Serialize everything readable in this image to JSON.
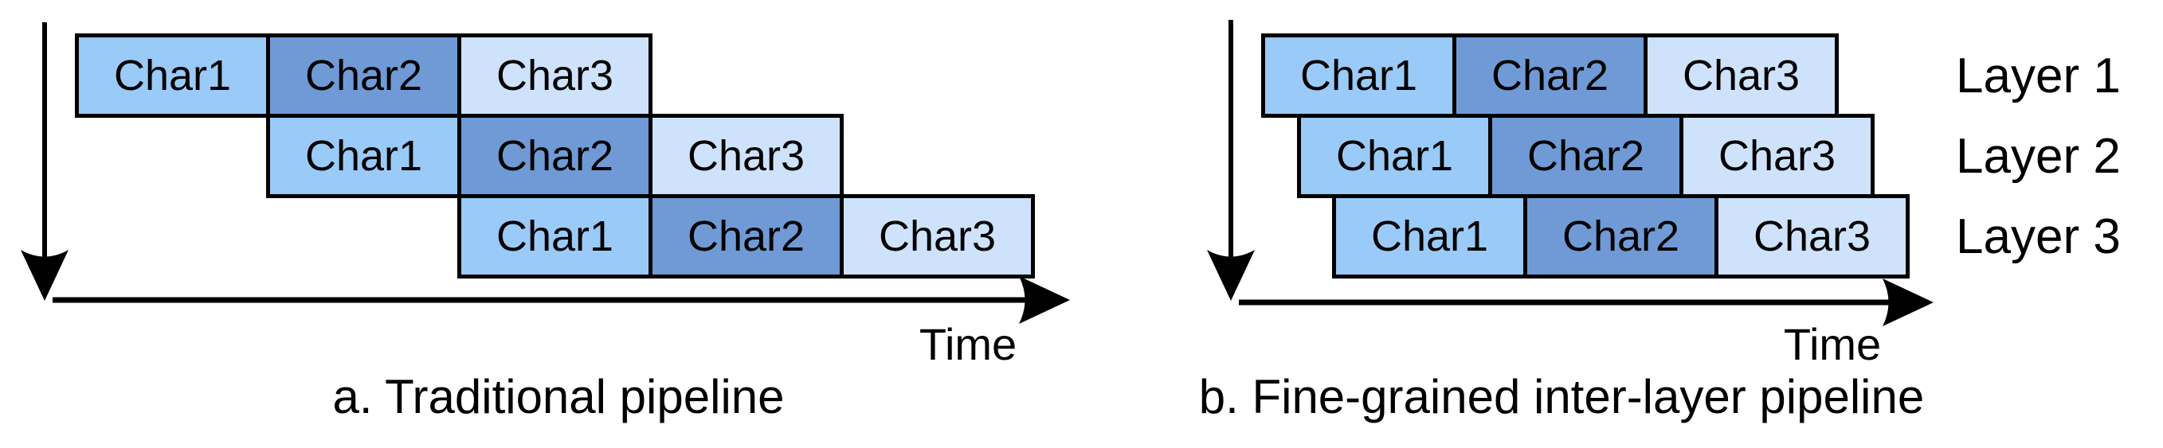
{
  "colors": {
    "char1": "#9ACAF8",
    "char2": "#6F9AD6",
    "char3": "#CEE3FB",
    "stroke": "#000000"
  },
  "diagram_a": {
    "caption": "a. Traditional pipeline",
    "time_label": "Time",
    "rows": [
      [
        "Char1",
        "Char2",
        "Char3"
      ],
      [
        "Char1",
        "Char2",
        "Char3"
      ],
      [
        "Char1",
        "Char2",
        "Char3"
      ]
    ]
  },
  "diagram_b": {
    "caption": "b. Fine-grained inter-layer pipeline",
    "time_label": "Time",
    "layer_labels": [
      "Layer 1",
      "Layer 2",
      "Layer 3"
    ],
    "rows": [
      [
        "Char1",
        "Char2",
        "Char3"
      ],
      [
        "Char1",
        "Char2",
        "Char3"
      ],
      [
        "Char1",
        "Char2",
        "Char3"
      ]
    ]
  }
}
